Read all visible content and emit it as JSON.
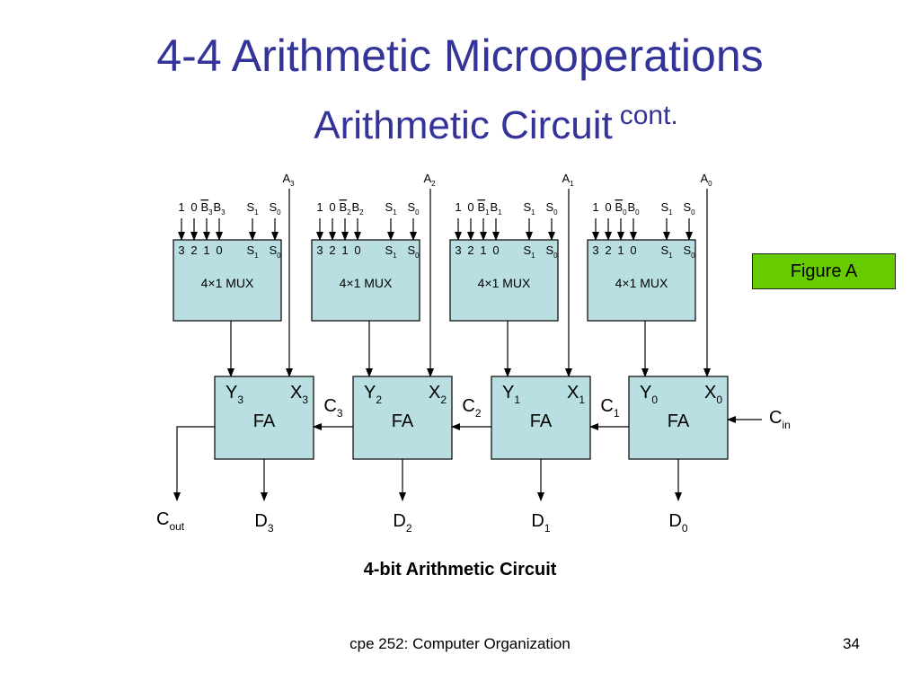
{
  "slide": {
    "title_line1": "4-4 Arithmetic Microoperations",
    "title_line2": "Arithmetic Circuit",
    "title_suffix": "cont.",
    "figure_badge": "Figure A",
    "caption": "4-bit Arithmetic Circuit",
    "footer": "cpe 252: Computer Organization",
    "page_number": "34"
  },
  "diagram": {
    "mux_label": "4×1 MUX",
    "fa_label": "FA",
    "mux_ports": [
      "3",
      "2",
      "1",
      "0"
    ],
    "select_labels": [
      "S",
      "S"
    ],
    "select_subs": [
      "1",
      "0"
    ],
    "const_inputs": [
      "1",
      "0"
    ],
    "carry_in": {
      "main": "C",
      "sub": "in"
    },
    "carry_out": {
      "main": "C",
      "sub": "out"
    },
    "stages": [
      {
        "a": "A",
        "a_sub": "3",
        "b": "B",
        "b_sub": "3",
        "y": "Y",
        "y_sub": "3",
        "x": "X",
        "x_sub": "3",
        "c": "C",
        "c_sub": "3",
        "d": "D",
        "d_sub": "3"
      },
      {
        "a": "A",
        "a_sub": "2",
        "b": "B",
        "b_sub": "2",
        "y": "Y",
        "y_sub": "2",
        "x": "X",
        "x_sub": "2",
        "c": "C",
        "c_sub": "2",
        "d": "D",
        "d_sub": "2"
      },
      {
        "a": "A",
        "a_sub": "1",
        "b": "B",
        "b_sub": "1",
        "y": "Y",
        "y_sub": "1",
        "x": "X",
        "x_sub": "1",
        "c": "C",
        "c_sub": "1",
        "d": "D",
        "d_sub": "1"
      },
      {
        "a": "A",
        "a_sub": "0",
        "b": "B",
        "b_sub": "0",
        "y": "Y",
        "y_sub": "0",
        "x": "X",
        "x_sub": "0",
        "c": "",
        "c_sub": "",
        "d": "D",
        "d_sub": "0"
      }
    ]
  }
}
